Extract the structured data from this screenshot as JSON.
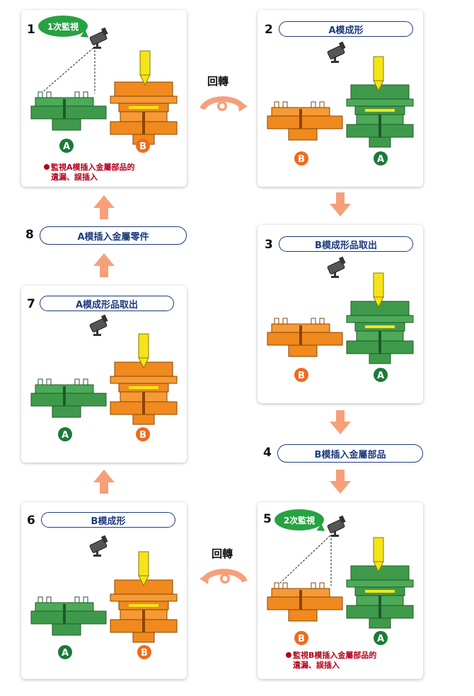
{
  "steps": {
    "s1": {
      "num": "1",
      "bubble": "1次監視",
      "note1": "監視A模插入金屬部品的",
      "note2": "遺漏、誤插入",
      "left": "A",
      "right": "B"
    },
    "s2": {
      "num": "2",
      "label": "A模成形",
      "left": "B",
      "right": "A"
    },
    "s3": {
      "num": "3",
      "label": "B模成形品取出",
      "left": "B",
      "right": "A"
    },
    "s4": {
      "num": "4",
      "label": "B模插入金屬部品"
    },
    "s5": {
      "num": "5",
      "bubble": "2次監視",
      "note1": "監視B模插入金屬部品的",
      "note2": "遺漏、誤插入",
      "left": "B",
      "right": "A"
    },
    "s6": {
      "num": "6",
      "label": "B模成形",
      "left": "A",
      "right": "B"
    },
    "s7": {
      "num": "7",
      "label": "A模成形品取出",
      "left": "A",
      "right": "B"
    },
    "s8": {
      "num": "8",
      "label": "A模插入金屬零件"
    }
  },
  "rotate": {
    "top": "回轉",
    "bottom": "回轉"
  },
  "colors": {
    "green": "#2f8a3a",
    "orange": "#f08a1e",
    "navy": "#1d3b7c",
    "yellow": "#f5e41a",
    "arrow": "#f5a07a",
    "red": "#b3001b"
  }
}
